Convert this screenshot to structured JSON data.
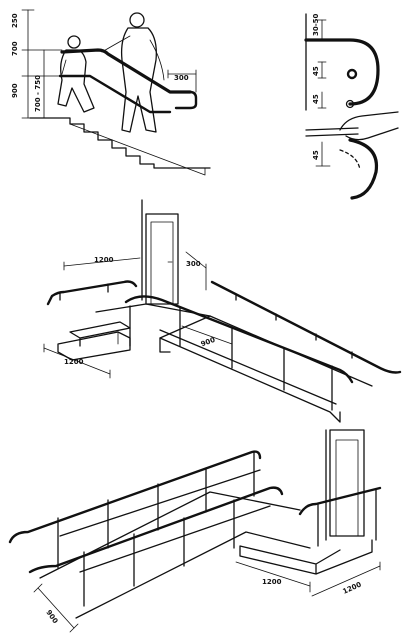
{
  "figure": {
    "stair_dims": {
      "top_gap": "250",
      "upper_rail": "700",
      "lower_rail": "700 - 750",
      "rail_height": "900",
      "extension": "300"
    },
    "profile_dims": {
      "wall_gap": "30-50",
      "diameter_top": "45",
      "diameter_mid": "45",
      "diameter_low": "45"
    },
    "ramp1_dims": {
      "landing_left": "1200",
      "extension_top": "300",
      "ramp_width": "900",
      "landing_front": "1200"
    },
    "ramp2_dims": {
      "width": "900",
      "landing_depth": "1200",
      "landing_width": "1200"
    }
  }
}
